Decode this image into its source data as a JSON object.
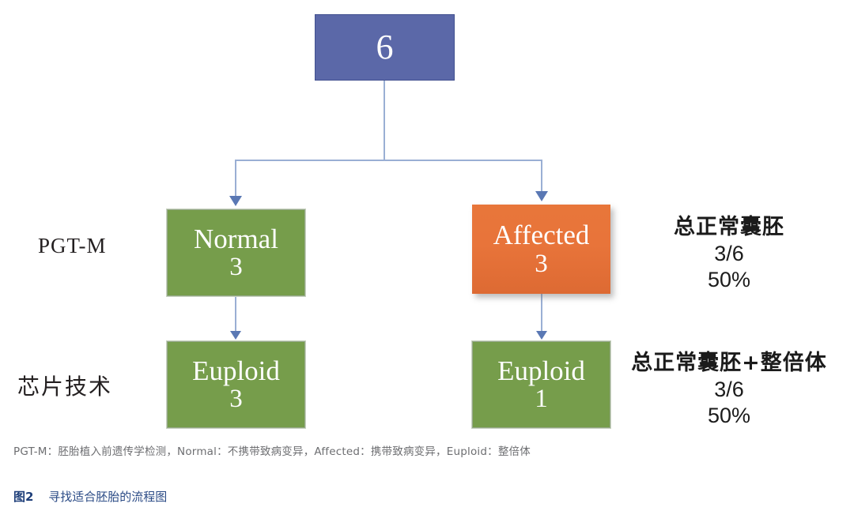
{
  "diagram": {
    "type": "flowchart",
    "title": "寻找适合胚胎的流程图",
    "colors": {
      "root_box": "#5b68a8",
      "normal_box": "#769d4b",
      "affected_box": "#e8743a",
      "euploid_box": "#769d4b",
      "connector": "#9aafd4",
      "arrowhead": "#5a78b4",
      "caption": "#2b4b86",
      "footnote": "#6d6e71"
    },
    "nodes": {
      "root": {
        "label": "",
        "count": "6"
      },
      "normal": {
        "label": "Normal",
        "count": "3"
      },
      "affected": {
        "label": "Affected",
        "count": "3"
      },
      "euploid_left": {
        "label": "Euploid",
        "count": "3"
      },
      "euploid_right": {
        "label": "Euploid",
        "count": "1"
      }
    },
    "stages": {
      "pgtm": "PGT-M",
      "chip": "芯片技术"
    },
    "annotations": {
      "top": {
        "title": "总正常囊胚",
        "ratio": "3/6",
        "percent": "50%"
      },
      "bottom": {
        "title": "总正常囊胚+整倍体",
        "ratio": "3/6",
        "percent": "50%"
      }
    }
  },
  "footnote": "PGT-M：胚胎植入前遗传学检测，Normal：不携带致病变异，Affected：携带致病变异，Euploid：整倍体",
  "caption": {
    "number": "图2",
    "text": "寻找适合胚胎的流程图"
  }
}
